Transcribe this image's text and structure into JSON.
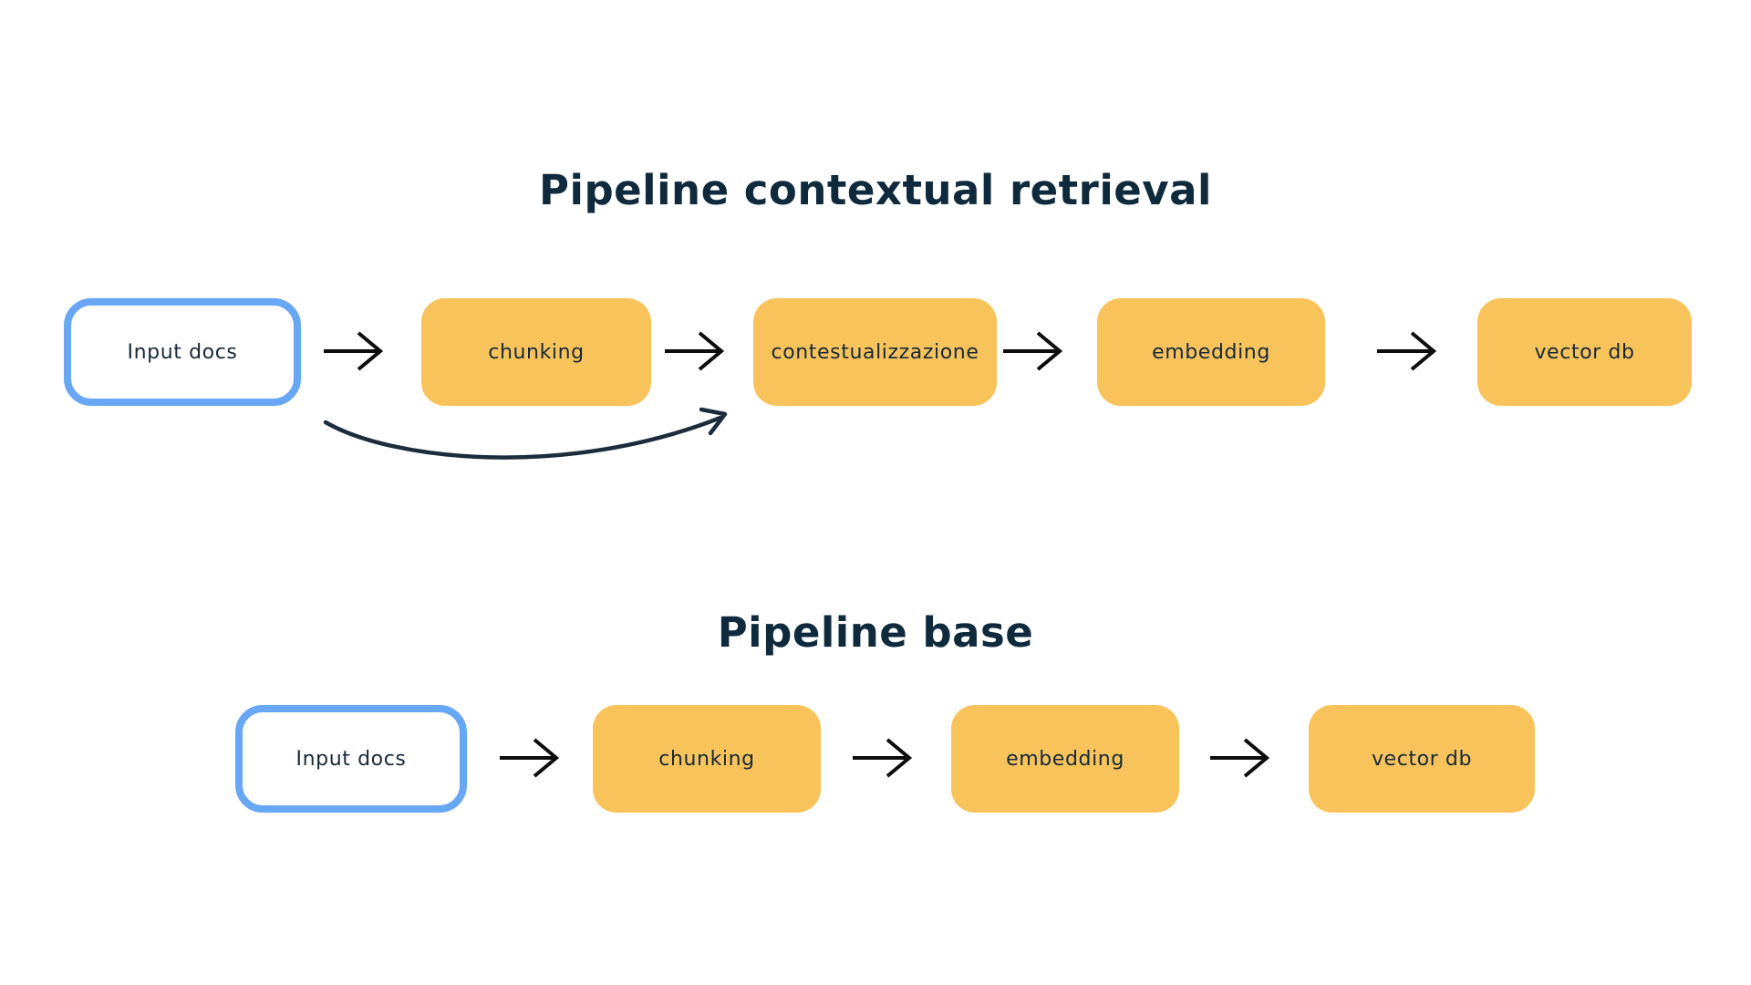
{
  "colors": {
    "process_box_fill": "#F9C35B",
    "input_box_border": "#67A7F5",
    "input_box_fill": "#FFFFFF",
    "label_text": "#17293A",
    "title_text": "#0F2A3D",
    "straight_arrow": "#0D0D0D",
    "curved_arrow": "#1B2D3D",
    "background": "#FFFFFF"
  },
  "pipeline_contextual": {
    "title": "Pipeline contextual retrieval",
    "nodes": [
      {
        "label": "Input docs",
        "style": "input"
      },
      {
        "label": "chunking",
        "style": "process"
      },
      {
        "label": "contestualizzazione",
        "style": "process"
      },
      {
        "label": "embedding",
        "style": "process"
      },
      {
        "label": "vector db",
        "style": "process"
      }
    ],
    "connections": [
      {
        "from": "Input docs",
        "to": "chunking",
        "type": "straight-arrow"
      },
      {
        "from": "chunking",
        "to": "contestualizzazione",
        "type": "straight-arrow"
      },
      {
        "from": "contestualizzazione",
        "to": "embedding",
        "type": "straight-arrow"
      },
      {
        "from": "embedding",
        "to": "vector db",
        "type": "straight-arrow"
      },
      {
        "from": "Input docs",
        "to": "contestualizzazione",
        "type": "curved-bypass-arrow"
      }
    ]
  },
  "pipeline_base": {
    "title": "Pipeline base",
    "nodes": [
      {
        "label": "Input docs",
        "style": "input"
      },
      {
        "label": "chunking",
        "style": "process"
      },
      {
        "label": "embedding",
        "style": "process"
      },
      {
        "label": "vector db",
        "style": "process"
      }
    ],
    "connections": [
      {
        "from": "Input docs",
        "to": "chunking",
        "type": "straight-arrow"
      },
      {
        "from": "chunking",
        "to": "embedding",
        "type": "straight-arrow"
      },
      {
        "from": "embedding",
        "to": "vector db",
        "type": "straight-arrow"
      }
    ]
  }
}
